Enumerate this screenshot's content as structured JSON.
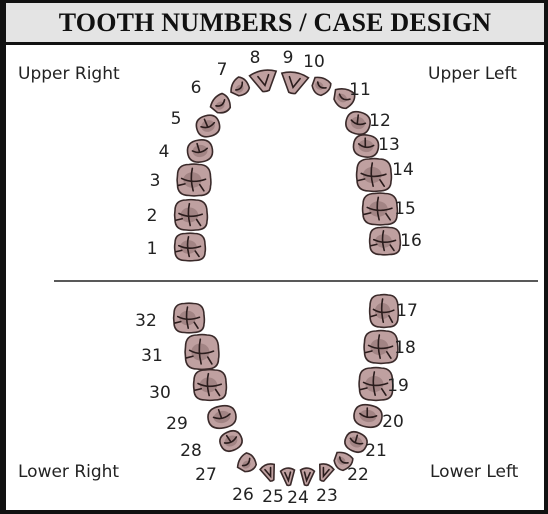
{
  "title": "TOOTH NUMBERS / CASE DESIGN",
  "quadrants": {
    "upper_right": "Upper Right",
    "upper_left": "Upper Left",
    "lower_right": "Lower Right",
    "lower_left": "Lower Left"
  },
  "tooth_numbers": {
    "t1": "1",
    "t2": "2",
    "t3": "3",
    "t4": "4",
    "t5": "5",
    "t6": "6",
    "t7": "7",
    "t8": "8",
    "t9": "9",
    "t10": "10",
    "t11": "11",
    "t12": "12",
    "t13": "13",
    "t14": "14",
    "t15": "15",
    "t16": "16",
    "t17": "17",
    "t18": "18",
    "t19": "19",
    "t20": "20",
    "t21": "21",
    "t22": "22",
    "t23": "23",
    "t24": "24",
    "t25": "25",
    "t26": "26",
    "t27": "27",
    "t28": "28",
    "t29": "29",
    "t30": "30",
    "t31": "31",
    "t32": "32"
  },
  "colors": {
    "tooth": "#bfa0a0",
    "outline": "#3a2a2a",
    "title_bg": "#e4e4e4"
  }
}
